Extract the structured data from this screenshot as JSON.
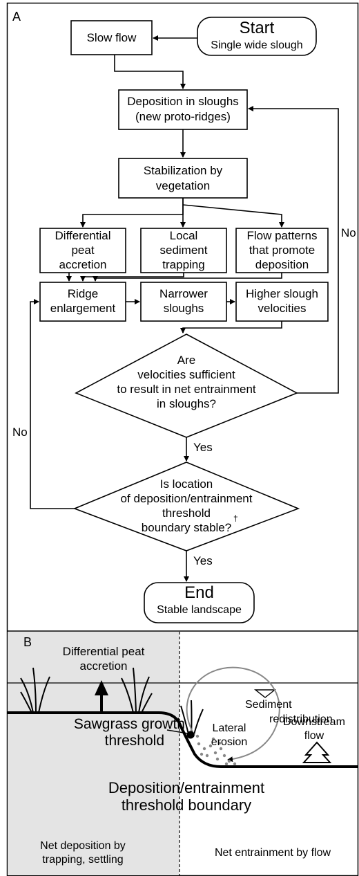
{
  "panel_a": {
    "label": "A",
    "start": {
      "title": "Start",
      "subtitle": "Single wide slough"
    },
    "slow_flow": "Slow flow",
    "deposition": [
      "Deposition in sloughs",
      "(new proto-ridges)"
    ],
    "stabilization": [
      "Stabilization by",
      "vegetation"
    ],
    "differential": [
      "Differential",
      "peat",
      "accretion"
    ],
    "local": [
      "Local",
      "sediment",
      "trapping"
    ],
    "flow_patterns": [
      "Flow patterns",
      "that promote",
      "deposition"
    ],
    "ridge": [
      "Ridge",
      "enlargement"
    ],
    "narrower": [
      "Narrower",
      "sloughs"
    ],
    "higher": [
      "Higher slough",
      "velocities"
    ],
    "decision1": [
      "Are",
      "velocities sufficient",
      "to result in net entrainment",
      "in sloughs?"
    ],
    "decision2": [
      "Is location",
      "of deposition/entrainment",
      "threshold",
      "boundary stable?"
    ],
    "dagger": "†",
    "yes1": "Yes",
    "yes2": "Yes",
    "no_right": "No",
    "no_left": "No",
    "end": {
      "title": "End",
      "subtitle": "Stable landscape"
    }
  },
  "panel_b": {
    "label": "B",
    "diff_peat": [
      "Differential peat",
      "accretion"
    ],
    "sediment_redistribution": [
      "Sediment",
      "redistribution"
    ],
    "sawgrass": [
      "Sawgrass growth",
      "threshold"
    ],
    "lateral_erosion": [
      "Lateral",
      "erosion"
    ],
    "downstream_flow": [
      "Downstream",
      "flow"
    ],
    "boundary": [
      "Deposition/entrainment",
      "threshold boundary"
    ],
    "net_deposition": [
      "Net deposition by",
      "trapping, settling"
    ],
    "net_entrainment": "Net entrainment by flow"
  }
}
